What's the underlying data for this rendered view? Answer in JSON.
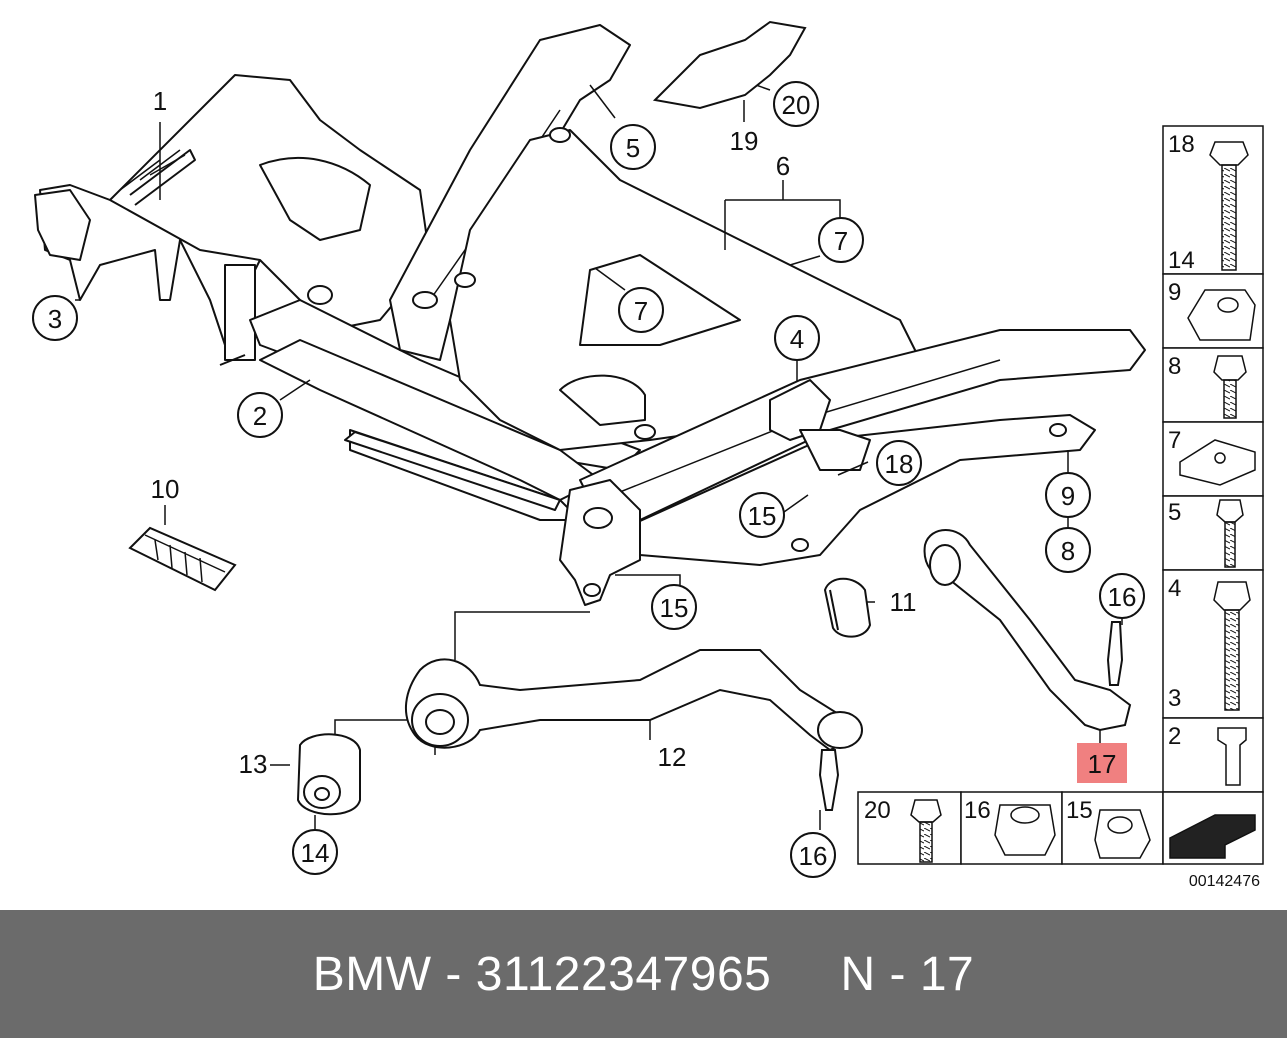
{
  "callouts": {
    "c1": "1",
    "c2": "2",
    "c3": "3",
    "c4": "4",
    "c5": "5",
    "c6": "6",
    "c7a": "7",
    "c7b": "7",
    "c8": "8",
    "c9": "9",
    "c10": "10",
    "c11": "11",
    "c12": "12",
    "c13": "13",
    "c14": "14",
    "c15a": "15",
    "c15b": "15",
    "c16a": "16",
    "c16b": "16",
    "c17": "17",
    "c18": "18",
    "c19": "19",
    "c20": "20"
  },
  "legend": {
    "l18": "18",
    "l14": "14",
    "l9": "9",
    "l8": "8",
    "l7": "7",
    "l5": "5",
    "l4": "4",
    "l3": "3",
    "l2": "2",
    "l20": "20",
    "l16": "16",
    "l15": "15"
  },
  "document_number": "00142476",
  "footer": {
    "text": "BMW - 31122347965     N - 17"
  },
  "colors": {
    "highlight": "#f08080",
    "footer_bg": "#6b6b6b",
    "line": "#111111"
  }
}
